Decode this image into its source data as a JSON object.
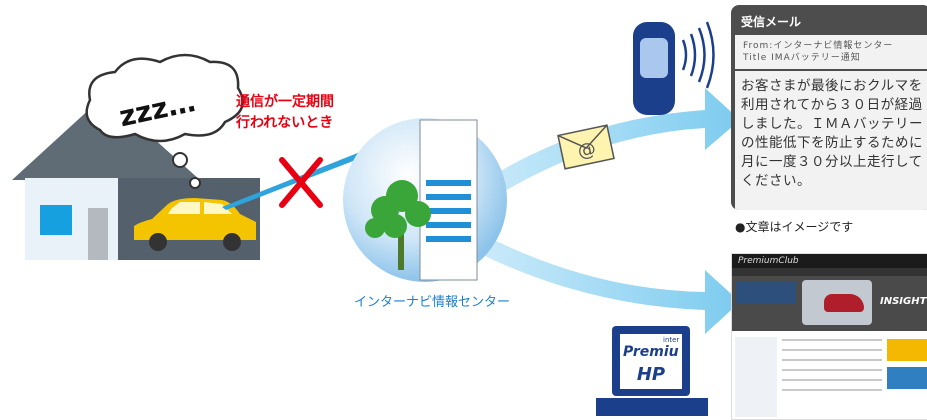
{
  "warning": {
    "line1": "通信が一定期間",
    "line2": "行われないとき"
  },
  "sleep_text": "zzz…",
  "center_label": "インターナビ情報センター",
  "mail": {
    "header": "受信メール",
    "from": "From:インターナビ情報センター",
    "title": "Title IMAバッテリー通知",
    "body": "お客さまが最後におクルマを\n利用されてから３０日が経過\nしました。ＩＭＡバッテリー\nの性能低下を防止するために\n月に一度３０分以上走行して\nください。"
  },
  "note": "●文章はイメージです",
  "laptop": {
    "brand": "Premiu",
    "brand_tag": "inter",
    "hp": "HP"
  },
  "website": {
    "logo": "PremiumClub",
    "banner": "INSIGHT"
  },
  "colors": {
    "accent": "#1a7fd4",
    "warning": "#e60012",
    "car": "#f5c400",
    "arrow": "#8fd0f0"
  }
}
